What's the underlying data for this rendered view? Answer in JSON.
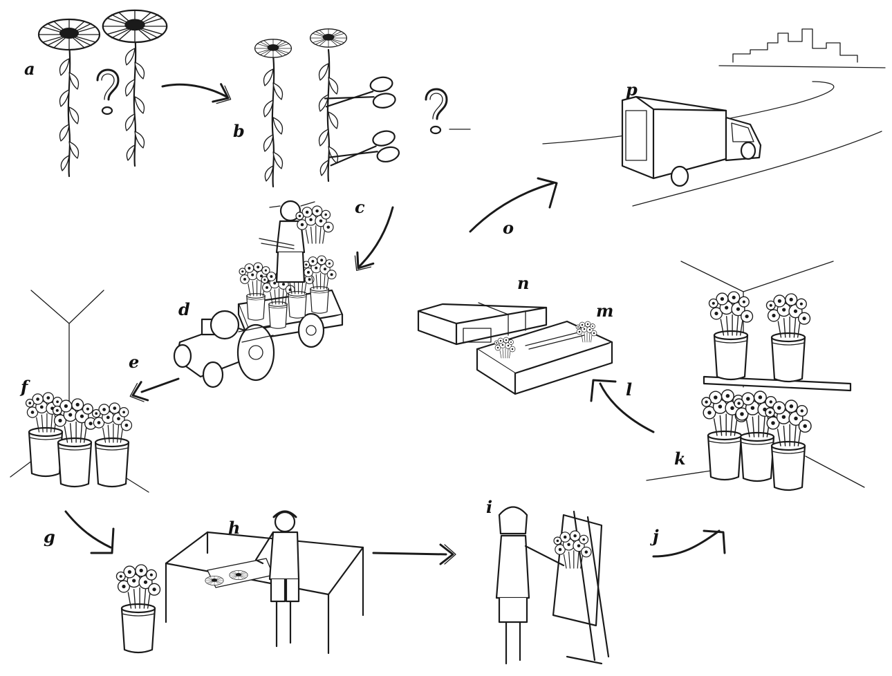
{
  "labels": {
    "a": "a",
    "b": "b",
    "c": "c",
    "d": "d",
    "e": "e",
    "f": "f",
    "g": "g",
    "h": "h",
    "i": "i",
    "j": "j",
    "k": "k",
    "l": "l",
    "m": "m",
    "n": "n",
    "o": "o",
    "p": "p"
  },
  "colors": {
    "ink": "#1a1a1a",
    "background": "#ffffff"
  }
}
